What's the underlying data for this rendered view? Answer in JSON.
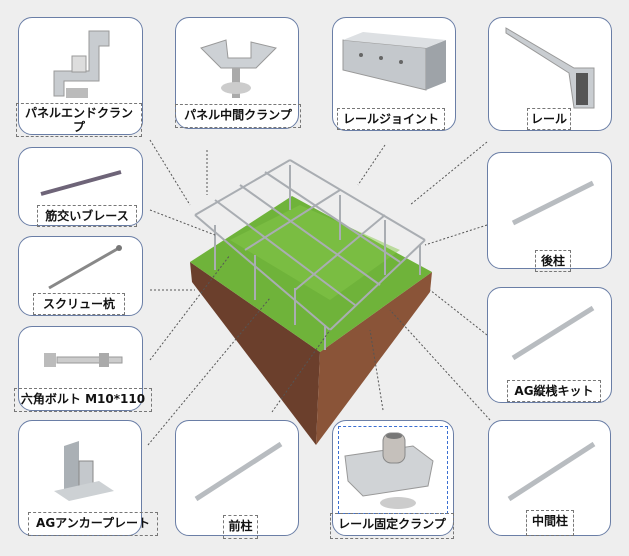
{
  "components": {
    "panel_end_clamp": "パネルエンドクランプ",
    "panel_mid_clamp": "パネル中間クランプ",
    "rail_joint": "レールジョイント",
    "rail": "レール",
    "brace": "筋交いブレース",
    "screw_pile": "スクリュー杭",
    "hex_bolt": "六角ボルト M10*110",
    "back_post": "後柱",
    "ag_kit": "AG縦桟キット",
    "ag_anchor_plate": "AGアンカープレート",
    "front_post": "前柱",
    "rail_fixing_clamp": "レール固定クランプ",
    "middle_post": "中間柱"
  },
  "colors": {
    "card_border": "#6a7ea6",
    "grass": "#6fb33a",
    "soil": "#7a4a33",
    "metal": "#b9bec4"
  }
}
